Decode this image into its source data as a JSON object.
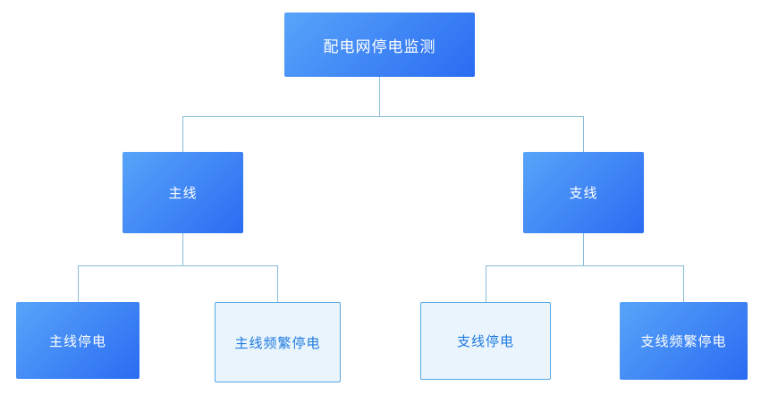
{
  "diagram": {
    "title": "配电网停电监测",
    "root": {
      "label": "配电网停电监测"
    },
    "level2": [
      {
        "label": "主线"
      },
      {
        "label": "支线"
      }
    ],
    "leaves": [
      {
        "label": "主线停电",
        "style": "filled"
      },
      {
        "label": "主线频繁停电",
        "style": "outline"
      },
      {
        "label": "支线停电",
        "style": "outline"
      },
      {
        "label": "支线频繁停电",
        "style": "filled"
      }
    ],
    "colors": {
      "node_gradient_start": "#58a4f9",
      "node_gradient_end": "#2a6cf2",
      "filled_text": "#ffffff",
      "outline_background": "#e9f4fc",
      "outline_border": "#58a9e4",
      "outline_text": "#1f7ae0",
      "connector": "#85bdd8",
      "page_background": "#ffffff"
    }
  }
}
